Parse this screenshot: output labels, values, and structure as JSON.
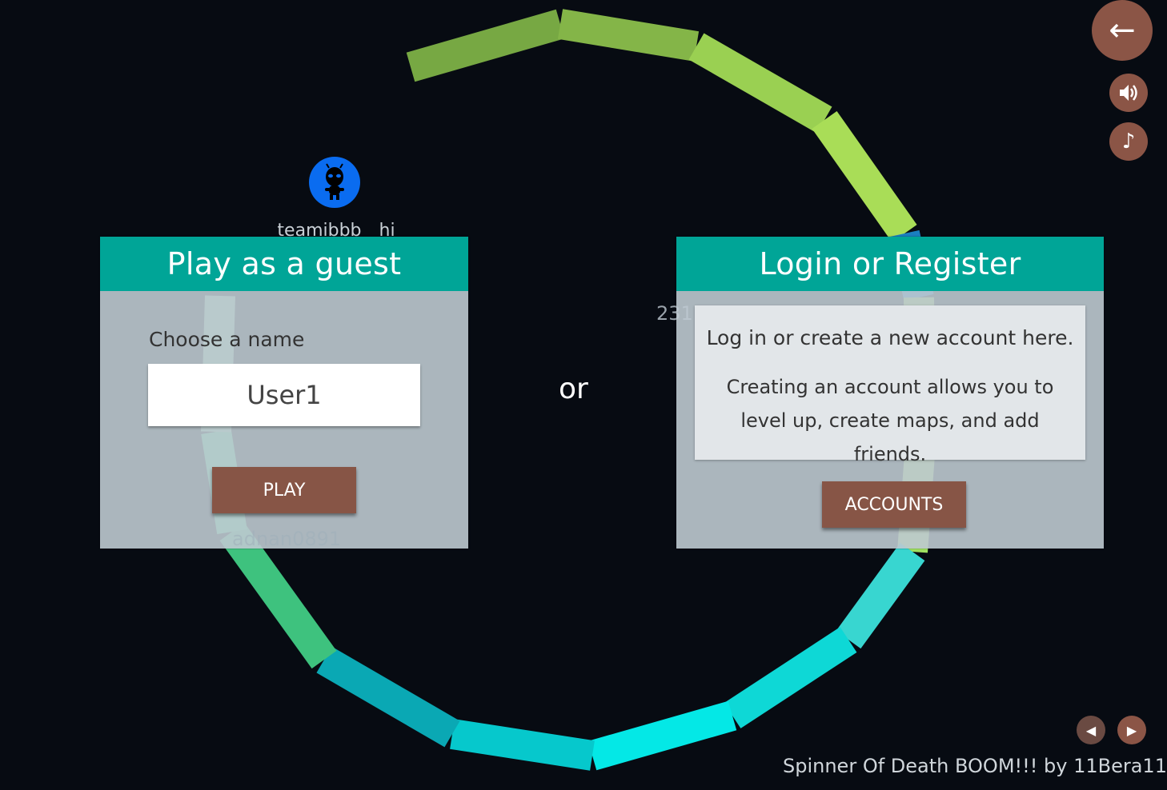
{
  "player": {
    "name": "teamibbb__hi"
  },
  "score_label": "231",
  "faded_player_name": "adnan0891",
  "guest_panel": {
    "title": "Play as a guest",
    "choose_label": "Choose a name",
    "name_value": "User1",
    "play_label": "PLAY"
  },
  "divider_text": "or",
  "login_panel": {
    "title": "Login or Register",
    "info_line1": "Log in or create a new account here.",
    "info_line2": "Creating an account allows you to level up, create maps, and add friends.",
    "accounts_label": "ACCOUNTS"
  },
  "controls": {
    "back_icon": "←",
    "sound_icon": "speaker-icon",
    "music_icon": "♪",
    "prev_icon": "◀",
    "next_icon": "▶"
  },
  "map_credit": "Spinner Of Death BOOM!!! by 11Bera11",
  "colors": {
    "panel_header": "#00a597",
    "button": "#875546",
    "background": "#070b12"
  }
}
